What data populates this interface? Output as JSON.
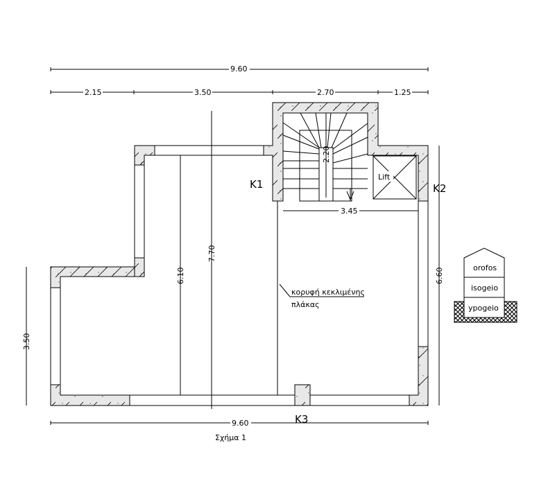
{
  "dimensions": {
    "overall_top": "9.60",
    "segments_top": [
      "2.15",
      "3.50",
      "2.70",
      "1.25"
    ],
    "height_center": "7.70",
    "height_left_room": "6.10",
    "stair_length": "2.20",
    "stair_width_span": "3.45",
    "height_right": "6.60",
    "height_left": "3.50",
    "overall_bottom": "9.60"
  },
  "labels": {
    "k1": "K1",
    "k2": "K2",
    "k3": "K3",
    "lift": "Lift",
    "note_line1": "κορυφή κεκλιμένης",
    "note_line2": "πλάκας",
    "caption": "Σχήμα 1"
  },
  "legend": {
    "floors": [
      "orofos",
      "isogeio",
      "ypogeio"
    ]
  }
}
